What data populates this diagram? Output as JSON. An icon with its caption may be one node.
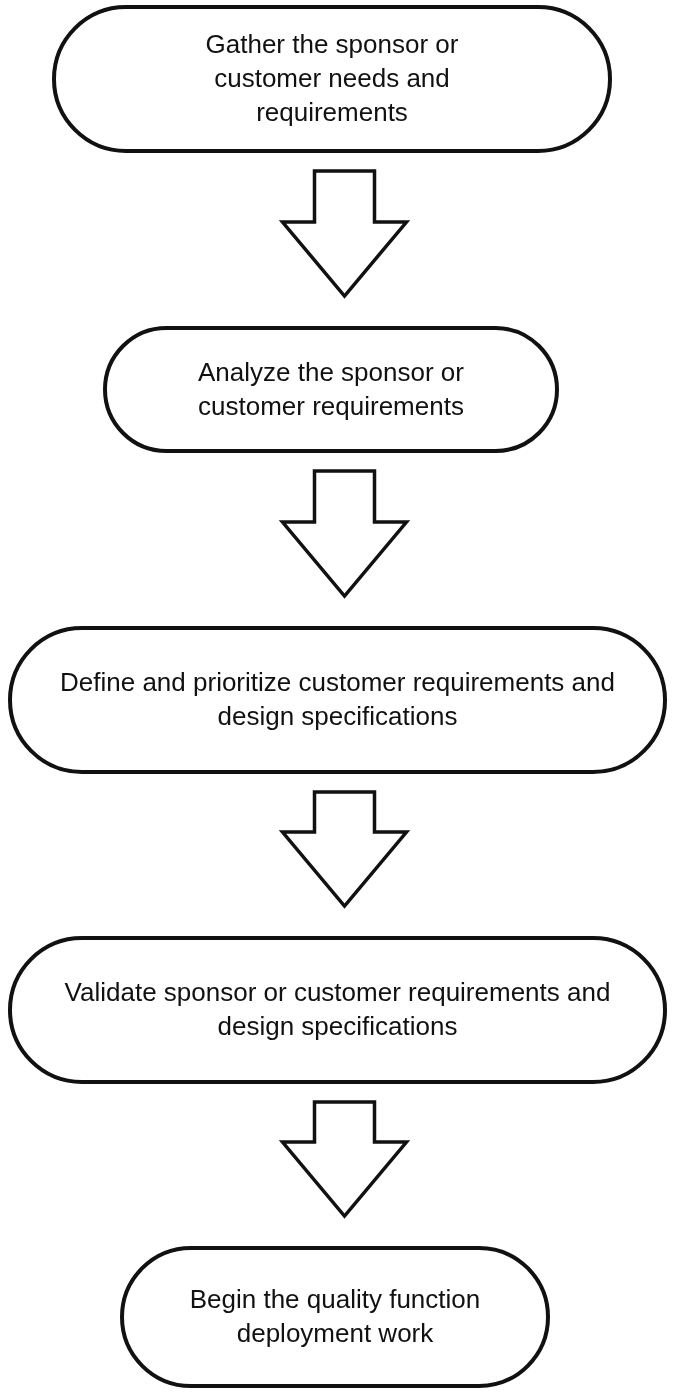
{
  "diagram": {
    "nodes": [
      {
        "text": [
          "Gather the sponsor or customer needs and requirements"
        ]
      },
      {
        "text": [
          "Analyze the sponsor or customer requirements"
        ]
      },
      {
        "text": [
          "Define and prioritize customer requirements and design specifications"
        ]
      },
      {
        "text": [
          "Validate sponsor or customer requirements and design specifications"
        ]
      },
      {
        "text": [
          "Begin the quality function deployment work"
        ]
      }
    ],
    "edges": [
      {
        "from": 0,
        "to": 1,
        "arrow": "to"
      },
      {
        "from": 1,
        "to": 2,
        "arrow": "to"
      },
      {
        "from": 2,
        "to": 3,
        "arrow": "to"
      },
      {
        "from": 3,
        "to": 4,
        "arrow": "to"
      }
    ]
  }
}
